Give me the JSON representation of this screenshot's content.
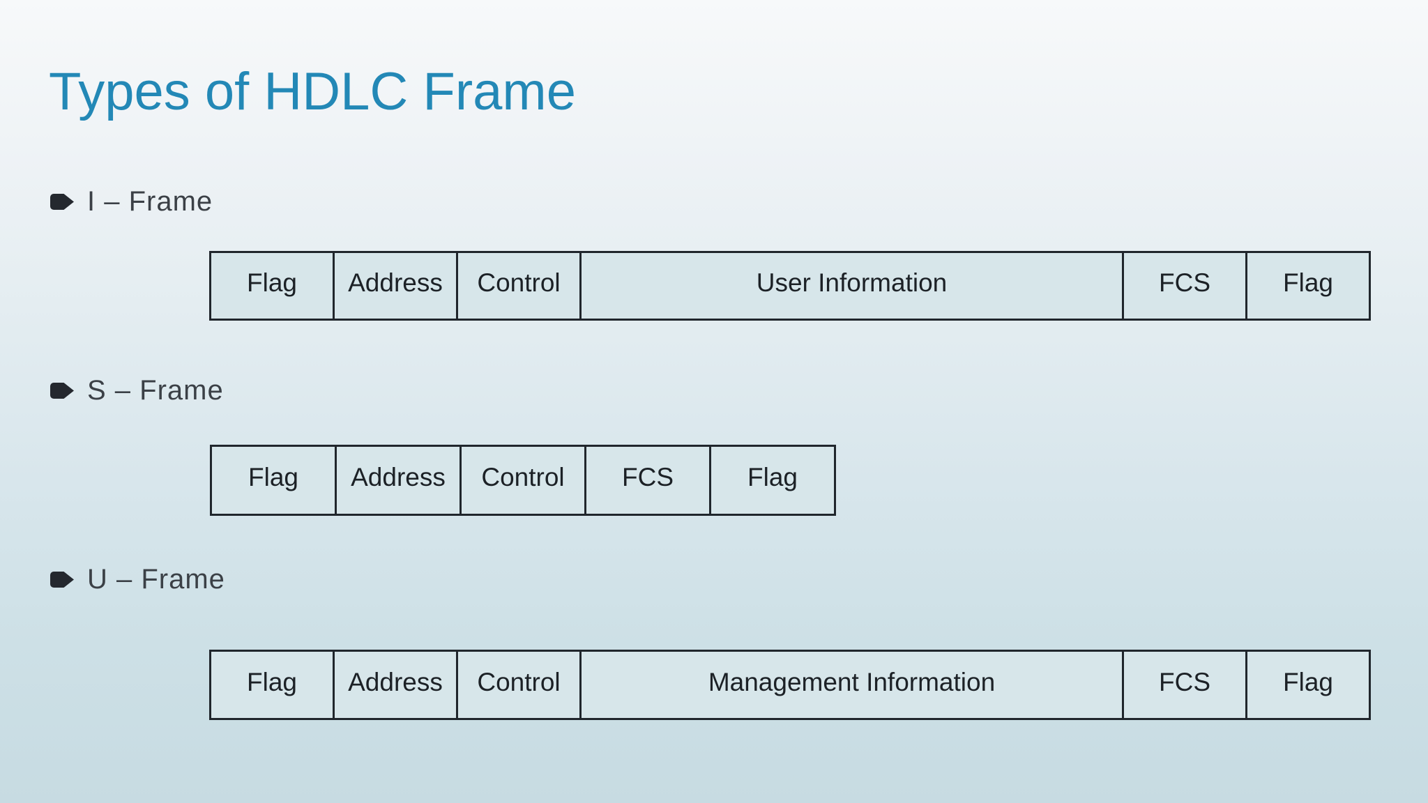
{
  "slide": {
    "title": "Types of HDLC Frame",
    "colors": {
      "title_text": "#2388b6",
      "bullet_icon": "#24282e",
      "bullet_text": "#3b4046",
      "box_fill": "#d7e6ea",
      "box_border": "#20262c",
      "box_text": "#1c2126",
      "background_top": "#f7f9fa",
      "background_bottom": "#c7dbe2"
    },
    "sections": [
      {
        "label": "I – Frame",
        "fields": [
          "Flag",
          "Address",
          "Control",
          "User Information",
          "FCS",
          "Flag"
        ]
      },
      {
        "label": "S – Frame",
        "fields": [
          "Flag",
          "Address",
          "Control",
          "FCS",
          "Flag"
        ]
      },
      {
        "label": "U – Frame",
        "fields": [
          "Flag",
          "Address",
          "Control",
          "Management Information",
          "FCS",
          "Flag"
        ]
      }
    ]
  }
}
